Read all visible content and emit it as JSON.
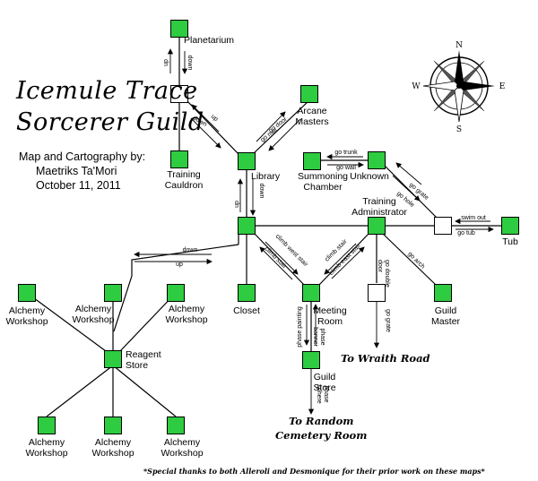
{
  "map": {
    "title_line1": "Icemule Trace",
    "title_line2": "Sorcerer Guild",
    "credit_line1": "Map and Cartography by:",
    "credit_line2": "Maetriks Ta'Mori",
    "credit_line3": "October 11, 2011",
    "footer": "*Special thanks to both Alleroli and Desmonique for their prior work on these maps*",
    "destinations": {
      "wraith_road": "To Wraith Road",
      "cemetery": "To Random\nCemetery Room"
    },
    "compass": {
      "n": "N",
      "s": "S",
      "e": "E",
      "w": "W"
    },
    "colors": {
      "room": "#2ecc40",
      "unlabeled_room": "#ffffff",
      "line": "#000000"
    },
    "rooms": [
      {
        "id": "planetarium",
        "label": "Planetarium",
        "color": "green"
      },
      {
        "id": "junction-top",
        "label": "",
        "color": "white"
      },
      {
        "id": "arcane-masters",
        "label": "Arcane\nMasters",
        "color": "green"
      },
      {
        "id": "training-cauldron",
        "label": "Training\nCauldron",
        "color": "green"
      },
      {
        "id": "library",
        "label": "Library",
        "color": "green"
      },
      {
        "id": "summoning-chamber",
        "label": "Summoning\nChamber",
        "color": "green"
      },
      {
        "id": "unknown",
        "label": "Unknown",
        "color": "green"
      },
      {
        "id": "center-hub",
        "label": "",
        "color": "green"
      },
      {
        "id": "training-administrator",
        "label": "Training\nAdministrator",
        "color": "green"
      },
      {
        "id": "junction-tub",
        "label": "",
        "color": "white"
      },
      {
        "id": "tub",
        "label": "Tub",
        "color": "green"
      },
      {
        "id": "closet",
        "label": "Closet",
        "color": "green"
      },
      {
        "id": "meeting-room",
        "label": "Meeting\nRoom",
        "color": "green"
      },
      {
        "id": "door-room",
        "label": "",
        "color": "white"
      },
      {
        "id": "guild-master",
        "label": "Guild\nMaster",
        "color": "green"
      },
      {
        "id": "guild-store",
        "label": "Guild\nStore",
        "color": "green"
      },
      {
        "id": "reagent-store",
        "label": "Reagent\nStore",
        "color": "green"
      },
      {
        "id": "alchemy-workshop-1",
        "label": "Alchemy\nWorkshop",
        "color": "green"
      },
      {
        "id": "alchemy-workshop-2",
        "label": "Alchemy\nWorkshop",
        "color": "green"
      },
      {
        "id": "alchemy-workshop-3",
        "label": "Alchemy\nWorkshop",
        "color": "green"
      },
      {
        "id": "alchemy-workshop-4",
        "label": "Alchemy\nWorkshop",
        "color": "green"
      },
      {
        "id": "alchemy-workshop-5",
        "label": "Alchemy\nWorkshop",
        "color": "green"
      },
      {
        "id": "alchemy-workshop-6",
        "label": "Alchemy\nWorkshop",
        "color": "green"
      }
    ],
    "exit_labels": [
      {
        "id": "up-1",
        "text": "up"
      },
      {
        "id": "down-1",
        "text": "down"
      },
      {
        "id": "down-2",
        "text": "down"
      },
      {
        "id": "up-2",
        "text": "up"
      },
      {
        "id": "go-door",
        "text": "go door"
      },
      {
        "id": "go-mat",
        "text": "go mat"
      },
      {
        "id": "go-trunk",
        "text": "go trunk"
      },
      {
        "id": "go-wall",
        "text": "go wall"
      },
      {
        "id": "down-3",
        "text": "down"
      },
      {
        "id": "up-3",
        "text": "up"
      },
      {
        "id": "go-grate",
        "text": "go grate"
      },
      {
        "id": "go-hole",
        "text": "go hole"
      },
      {
        "id": "swim-out",
        "text": "swim out"
      },
      {
        "id": "go-tub",
        "text": "go tub"
      },
      {
        "id": "down-4",
        "text": "down"
      },
      {
        "id": "up-4",
        "text": "up"
      },
      {
        "id": "climb-west-stair-1",
        "text": "climb west stair"
      },
      {
        "id": "climb-stair-1",
        "text": "climb stair"
      },
      {
        "id": "climb-stair-2",
        "text": "climb stair"
      },
      {
        "id": "climb-east-stair",
        "text": "climb east stair"
      },
      {
        "id": "go-double-door",
        "text": "go double\ndoor"
      },
      {
        "id": "go-arch",
        "text": "go arch"
      },
      {
        "id": "go-grate-2",
        "text": "go grate"
      },
      {
        "id": "phase-painting",
        "text": "phase painting"
      },
      {
        "id": "phase-banner",
        "text": "phase\nbanner"
      },
      {
        "id": "phase-sphere",
        "text": "phase\nsphere"
      }
    ]
  }
}
